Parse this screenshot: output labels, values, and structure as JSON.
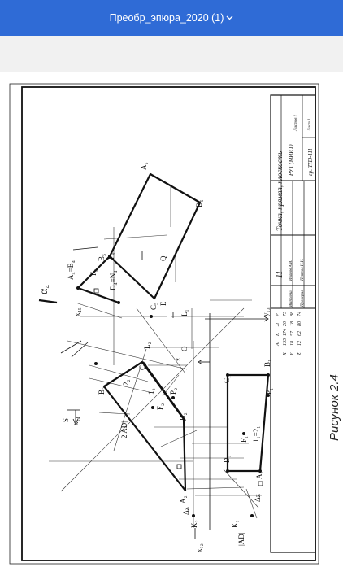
{
  "header": {
    "title": "Преобр_эпюра_2020 (1)"
  },
  "colors": {
    "accent": "#2f6bd6",
    "toolbar": "#f1f1f1"
  },
  "figure": {
    "caption": "Рисунок 2.4",
    "labels": {
      "A1": "A₁",
      "A2": "A₂",
      "B1": "B₁",
      "B2": "B₂",
      "C1": "C₁",
      "C2": "C₂",
      "D1": "D₁",
      "D2": "D₂",
      "K1": "K₁",
      "K2": "K₂",
      "L1": "L₁",
      "L2": "L₂",
      "F1": "F₁",
      "F2": "F₂",
      "P1": "P₁",
      "P2": "P₂",
      "l1": "1₁=2₁",
      "l2": "1₂",
      "n2": "2₂",
      "A4B4": "A₄≡B₄",
      "D4N4": "D₄≡N₄",
      "F4": "F₄",
      "P4": "P₄",
      "alpha4": "α₄",
      "A5": "A₅",
      "B5": "B₅",
      "C5": "C₅",
      "D5": "D₅",
      "x12": "x₁₂",
      "x14": "x₁₄",
      "x45": "x₄₅",
      "y13": "y₁₃",
      "z": "z",
      "O": "O",
      "E": "E",
      "Q": "Q",
      "S": "S",
      "dAD2": "2|AD|",
      "dAD": "|AD|",
      "dz": "Δz",
      "dzv": "Δz"
    },
    "stamp": {
      "title": "Точка, прямая, плоскость",
      "code": "11",
      "grid": [
        [
          "А",
          "К",
          "Л",
          "Р"
        ],
        [
          "Х",
          "155",
          "174",
          "20",
          "75"
        ],
        [
          "Y",
          "18",
          "57",
          "18",
          "88"
        ],
        [
          "Z",
          "12",
          "62",
          "80",
          "74"
        ]
      ],
      "roles": [
        "Выполнил",
        "Иванов А.В.",
        "Проверил",
        "Петров И.И."
      ],
      "org": "РУТ (МИИТ)",
      "group": "гр. ТПЗ-111",
      "sheet": "Лист 1",
      "sheets": "Листов 1"
    }
  }
}
